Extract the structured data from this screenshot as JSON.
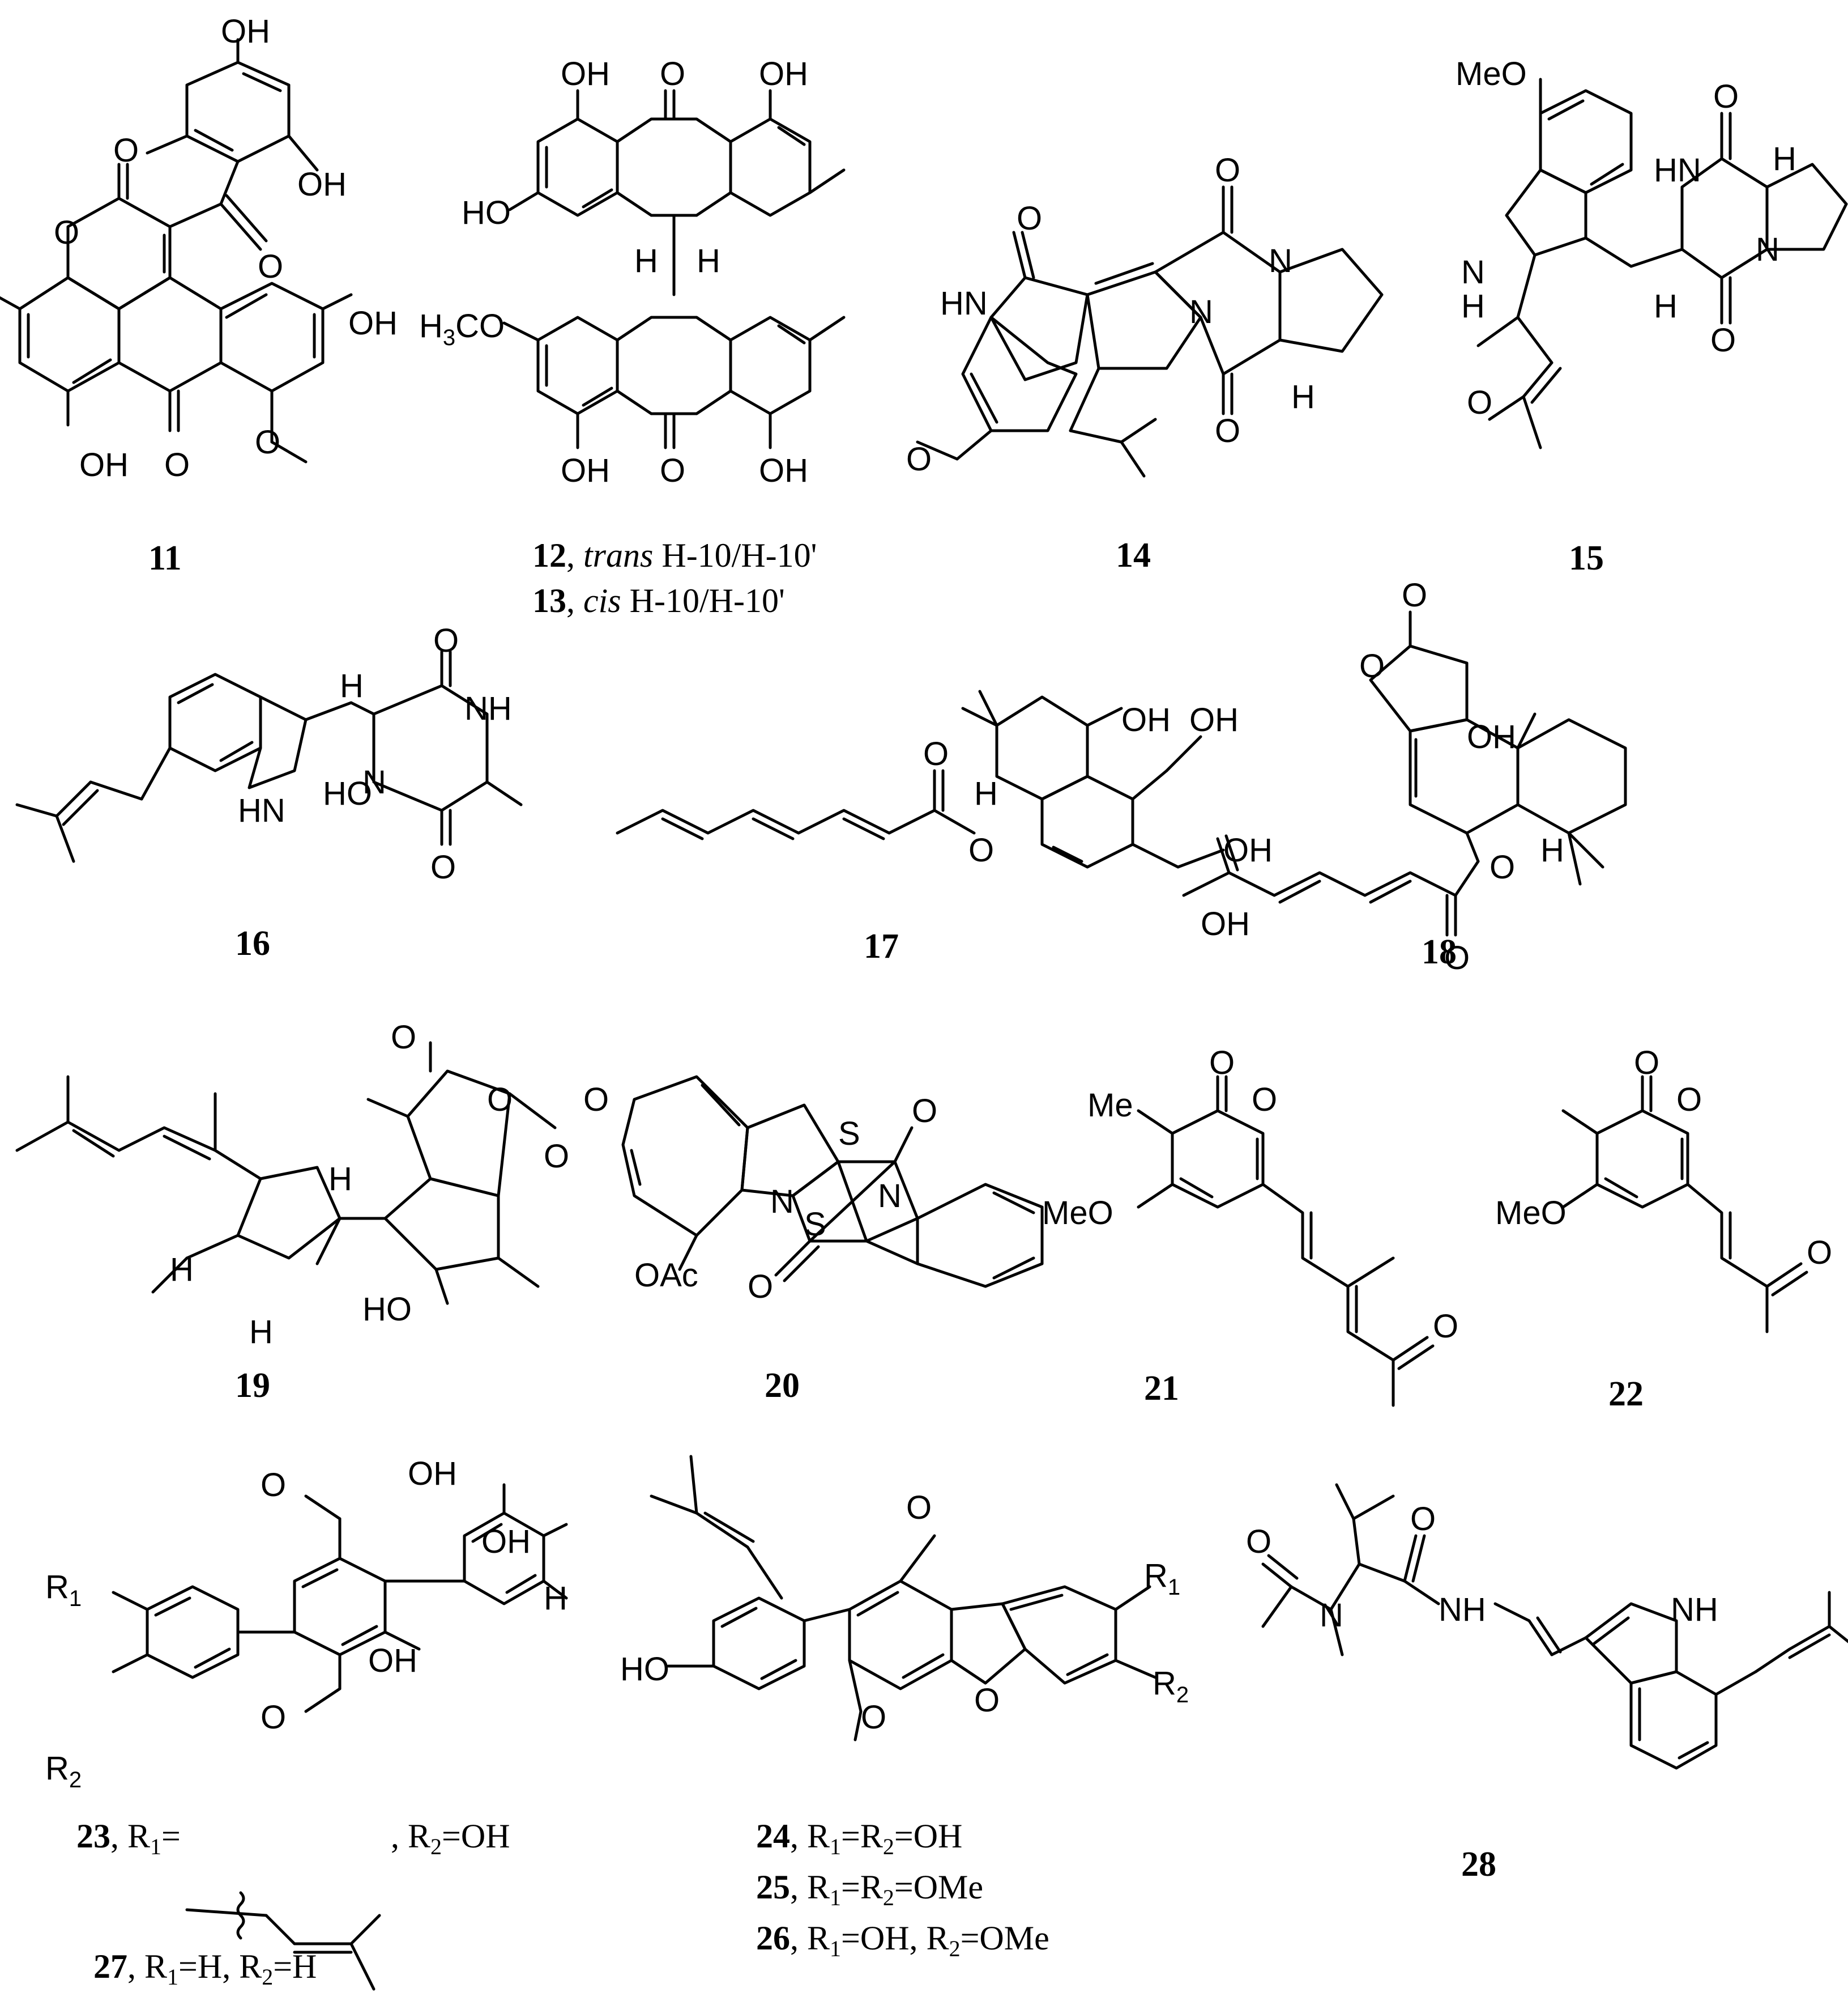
{
  "compounds": [
    {
      "number": "11"
    },
    {
      "number": "12",
      "sep": ", ",
      "stereo": "trans",
      "rest": " H-10/H-10'"
    },
    {
      "number": "13",
      "sep": ", ",
      "stereo": "cis",
      "rest": " H-10/H-10'"
    },
    {
      "number": "14"
    },
    {
      "number": "15"
    },
    {
      "number": "16"
    },
    {
      "number": "17"
    },
    {
      "number": "18"
    },
    {
      "number": "19"
    },
    {
      "number": "20"
    },
    {
      "number": "21"
    },
    {
      "number": "22"
    },
    {
      "number": "23",
      "r1_prefix": ", R",
      "r1_sub": "1",
      "r1_eq": "=",
      "r2_text": ", R",
      "r2_sub": "2",
      "r2_eq": "=OH"
    },
    {
      "number": "24",
      "text": ", R",
      "s1": "1",
      "m": "=R",
      "s2": "2",
      "e": "=OH"
    },
    {
      "number": "25",
      "text": ", R",
      "s1": "1",
      "m": "=R",
      "s2": "2",
      "e": "=OMe"
    },
    {
      "number": "26",
      "text": ", R",
      "s1": "1",
      "m": "=OH, R",
      "s2": "2",
      "e": "=OMe"
    },
    {
      "number": "27",
      "text": ", R",
      "s1": "1",
      "m": "=H, R",
      "s2": "2",
      "e": "=H"
    },
    {
      "number": "28"
    }
  ],
  "atom_labels": {
    "OH": "OH",
    "O": "O",
    "H": "H",
    "N": "N",
    "S": "S",
    "HN": "HN",
    "NH": "NH",
    "HO": "HO",
    "MeO": "MeO",
    "Me": "Me",
    "OAc": "OAc",
    "H3CO": "H",
    "three": "3",
    "CO": "CO",
    "R": "R",
    "one": "1",
    "two": "2"
  }
}
